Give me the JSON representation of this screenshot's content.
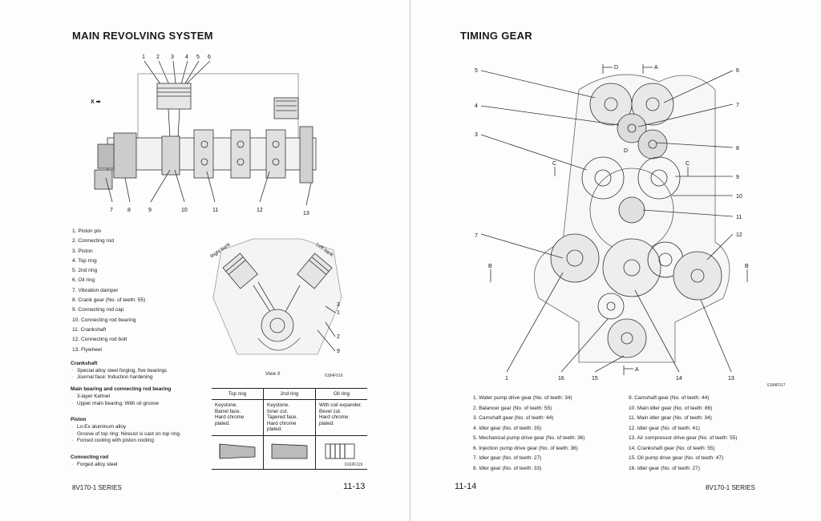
{
  "left": {
    "title": "MAIN REVOLVING SYSTEM",
    "diagram_callouts_top": [
      "1",
      "2",
      "3",
      "4",
      "5",
      "6"
    ],
    "diagram_callouts_bottom": [
      "7",
      "8",
      "9",
      "10",
      "11",
      "12",
      "13"
    ],
    "x_marker": "X",
    "parts": [
      "1.  Piston pin",
      "2.  Connecting rod",
      "3.  Piston",
      "4.  Top ring",
      "5.  2nd ring",
      "6.  Oil ring",
      "7.  Vibration damper",
      "8.  Crank gear (No. of teeth: 55)",
      "9.  Connecting rod cap",
      "10.  Connecting rod bearing",
      "11.  Crankshaft",
      "12.  Connecting rod bolt",
      "13.  Flywheel"
    ],
    "section_labels": {
      "right_bank": "Right bank",
      "left_bank": "Left bank",
      "view_x": "View X"
    },
    "section_callouts": [
      "1",
      "2",
      "3",
      "9"
    ],
    "section_code": "6184F016",
    "specs": [
      {
        "heading": "Crankshaft",
        "items": [
          "Special alloy steel forging, five bearings",
          "Journal face: Induction hardening"
        ]
      },
      {
        "heading": "Main bearing and connecting rod bearing",
        "items": [
          "3-layer Kelmet",
          "Upper main bearing: With oil groove"
        ]
      },
      {
        "heading": "Piston",
        "items": [
          "Lo-Ex aluminum alloy",
          "Groove of top ring: Niresist is cast on top ring.",
          "Forced cooling with piston cooling"
        ]
      },
      {
        "heading": "Connecting rod",
        "items": [
          "Forged alloy steel"
        ]
      }
    ],
    "ring_table": {
      "headers": [
        "Top ring",
        "2nd ring",
        "Oil ring"
      ],
      "rows": [
        [
          "Keystone.\nBarrel face.\nHard chrome\nplated.",
          "Keystone.\nInner cut.\nTapered face.\nHard chrome\nplated.",
          "With coil expander.\nBevel cut.\nHard chrome\nplated."
        ]
      ]
    },
    "table_code": "6162F119",
    "footer_series": "8V170-1 SERIES",
    "page_number": "11-13"
  },
  "right": {
    "title": "TIMING GEAR",
    "section_marks": [
      "D",
      "A",
      "C",
      "C",
      "B",
      "B",
      "A",
      "D"
    ],
    "left_callouts": [
      "5",
      "4",
      "3",
      "7"
    ],
    "right_callouts": [
      "6",
      "7",
      "8",
      "9",
      "10",
      "11",
      "12"
    ],
    "bottom_callouts": [
      "1",
      "16",
      "15",
      "14",
      "13"
    ],
    "diagram_code": "6184F017",
    "gears_col1": [
      "1.  Water pump drive gear (No. of teeth: 34)",
      "2.  Balancer gear (No. of teeth: 55)",
      "3.  Camshaft gear (No. of teeth: 44)",
      "4.  Idler gear (No. of teeth: 35)",
      "5.  Mechanical pump drive gear (No. of teeth: 36)",
      "6.  Injection pump drive gear (No. of teeth: 36)",
      "7.  Idler gear (No. of teeth: 27)",
      "8.  Idler gear (No. of teeth: 33)"
    ],
    "gears_col2": [
      "9.  Camshaft gear (No. of teeth: 44)",
      "10.  Main idler gear (No. of teeth: 86)",
      "11.  Main idler gear (No. of teeth: 34)",
      "12.  Idler gear (No. of teeth: 41)",
      "13.  Air compressor drive gear (No. of teeth: 55)",
      "14.  Crankshaft gear (No. of teeth: 55)",
      "15.  Oil pump drive gear (No. of teeth: 47)",
      "16.  Idler gear (No. of teeth: 27)"
    ],
    "page_number": "11-14",
    "footer_series": "8V170-1 SERIES"
  }
}
